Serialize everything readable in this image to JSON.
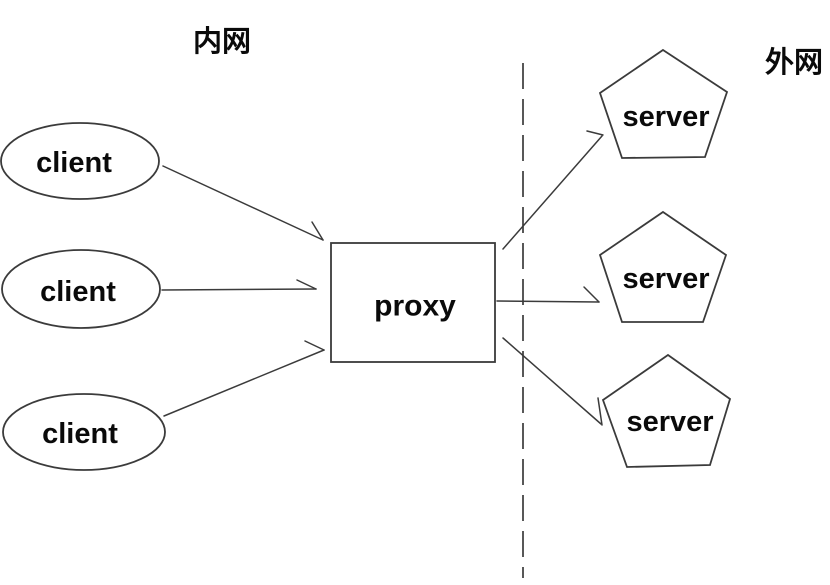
{
  "diagram": {
    "title_semantic": "forward proxy network diagram",
    "internal_zone_label": "内网",
    "external_zone_label": "外网",
    "clients": [
      {
        "label": "client"
      },
      {
        "label": "client"
      },
      {
        "label": "client"
      }
    ],
    "proxy": {
      "label": "proxy"
    },
    "servers": [
      {
        "label": "server"
      },
      {
        "label": "server"
      },
      {
        "label": "server"
      }
    ],
    "colors": {
      "stroke": "#3b3b3b",
      "text": "#0a0a0a",
      "background": "#ffffff"
    }
  }
}
